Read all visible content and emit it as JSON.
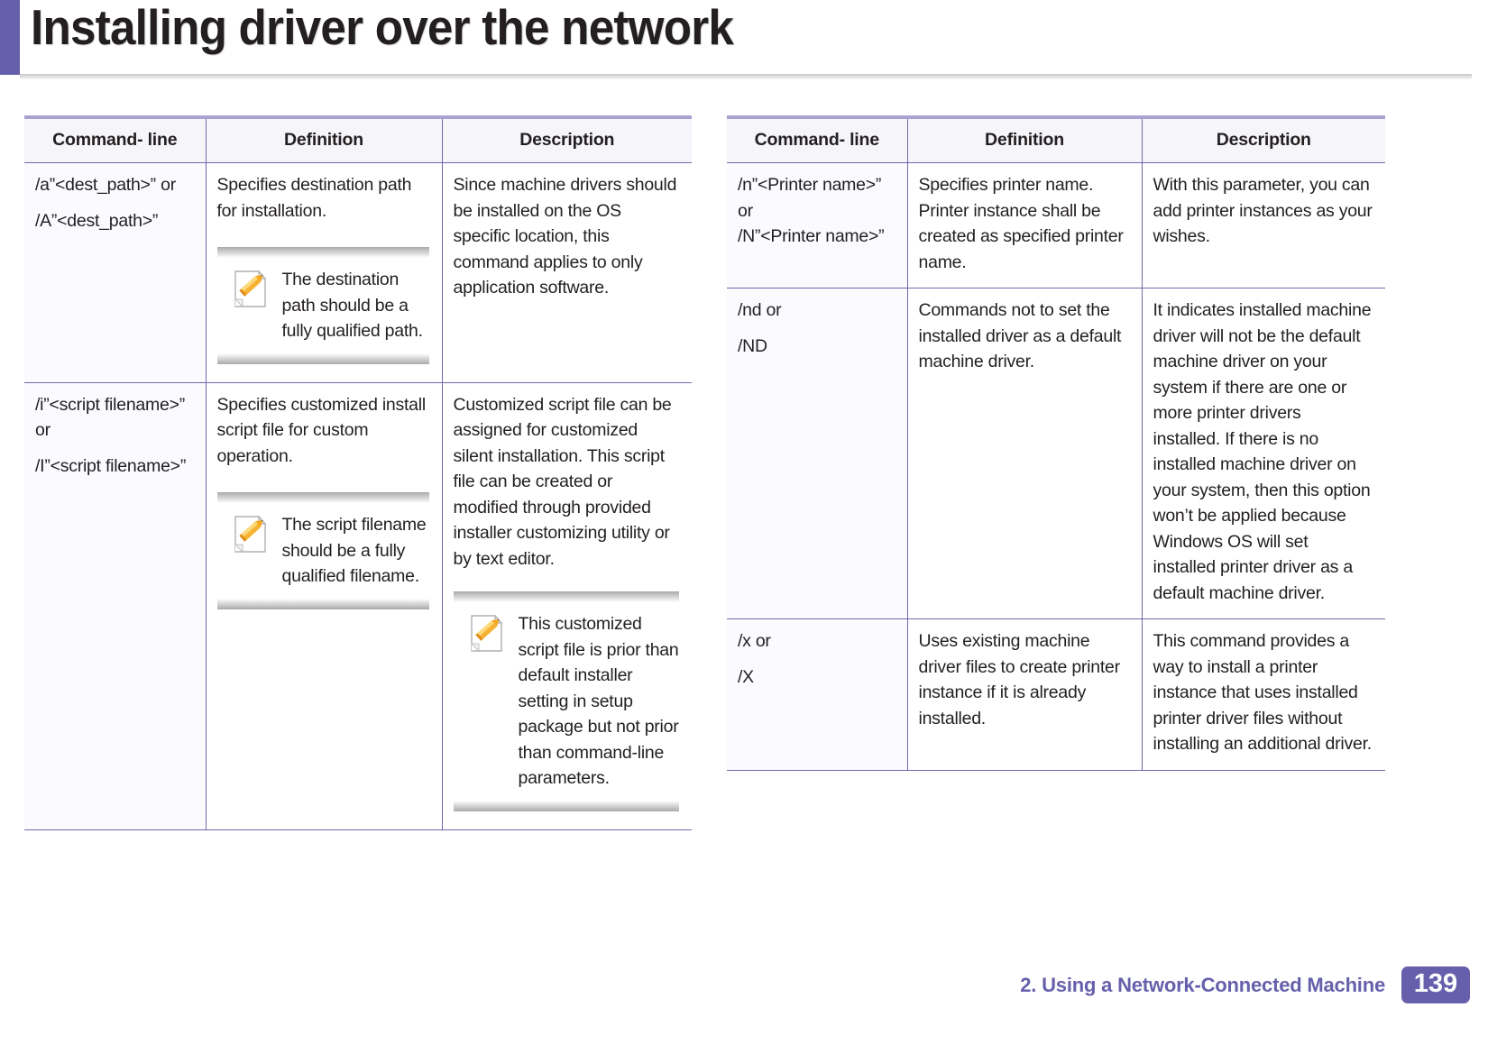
{
  "header": {
    "title": "Installing driver over the network",
    "accent_color": "#665FAB"
  },
  "tables": {
    "columns": [
      "Command- line",
      "Definition",
      "Description"
    ],
    "left": {
      "headers": [
        "Command- line",
        "Definition",
        "Description"
      ],
      "rows": [
        {
          "command_lines": [
            "/a”<dest_path>” or",
            "/A”<dest_path>”"
          ],
          "definition": "Specifies destination path for installation.",
          "definition_note": "The destination path should be a fully qualified path.",
          "description": "Since machine drivers should be installed on the OS specific location, this command applies to only application software.",
          "description_note": null
        },
        {
          "command_lines": [
            "/i”<script filename>” or",
            "/I”<script filename>”"
          ],
          "definition": "Specifies customized install script file for custom operation.",
          "definition_note": "The script filename should be a fully qualified filename.",
          "description": "Customized script file can be assigned for customized silent installation. This script file can be created or modified through provided installer customizing utility or by text editor.",
          "description_note": "This customized script file is prior than default installer setting in setup package but not prior than command-line parameters."
        }
      ]
    },
    "right": {
      "headers": [
        "Command- line",
        "Definition",
        "Description"
      ],
      "rows": [
        {
          "command_lines": [
            "/n”<Printer name>”",
            "or",
            "/N”<Printer name>”"
          ],
          "definition": "Specifies printer name. Printer instance shall be created as specified printer name.",
          "definition_note": null,
          "description": "With this parameter, you can add printer instances as your wishes.",
          "description_note": null
        },
        {
          "command_lines": [
            "/nd or",
            "/ND"
          ],
          "definition": "Commands not to set the installed driver as a default machine driver.",
          "definition_note": null,
          "description": "It indicates installed machine driver will not be the default machine driver on your system if there are one or more printer drivers installed. If there is no installed machine driver on your system, then this option won’t be applied because Windows OS will set installed printer driver as a default machine driver.",
          "description_note": null
        },
        {
          "command_lines": [
            "/x or",
            "/X"
          ],
          "definition": "Uses existing machine driver files to create printer instance if it is already installed.",
          "definition_note": null,
          "description": "This command provides a way to install a printer instance that uses installed printer driver files without installing an additional driver.",
          "description_note": null
        }
      ]
    }
  },
  "footer": {
    "chapter": "2.  Using a Network-Connected Machine",
    "page_number": "139",
    "color": "#665FAB"
  }
}
